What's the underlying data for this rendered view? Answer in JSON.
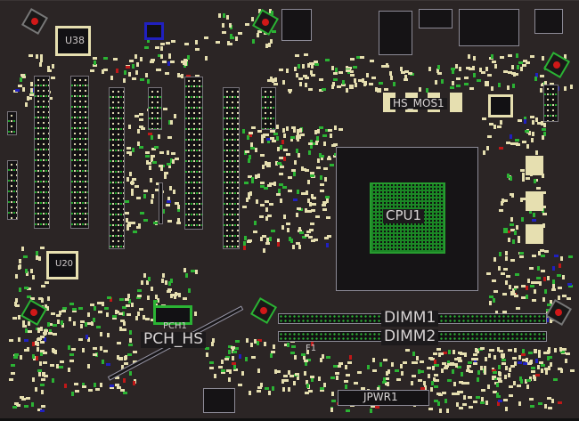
{
  "board": {
    "labels": {
      "u38": "U38",
      "u20": "U20",
      "hs_mos1": "HS_MOS1",
      "cpu1": "CPU1",
      "dimm1": "DIMM1",
      "dimm2": "DIMM2",
      "pch1": "PCH1",
      "pch_hs": "PCH_HS",
      "f1": "F1",
      "jpwr1": "JPWR1"
    },
    "colors": {
      "background": "#2b2525",
      "pad": "#e6dfb0",
      "via_green": "#2bb334",
      "pin1_red": "#c01818",
      "outline": "#8c8a96"
    }
  }
}
